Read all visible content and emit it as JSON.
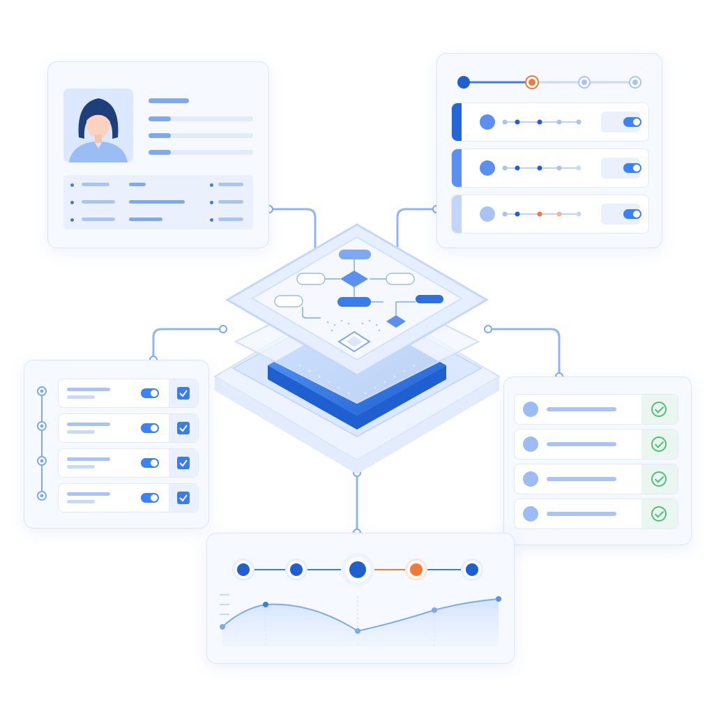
{
  "colors": {
    "accent": "#3b7de8",
    "accent_dark": "#1f5fcf",
    "orange": "#f07a3a",
    "success": "#4cbf7a",
    "card_bg": "#f6f9ff"
  },
  "icons": {
    "profile": "user-avatar-icon",
    "toggle": "toggle-switch-icon",
    "checkbox": "checkbox-checked-icon",
    "check": "check-circle-icon",
    "flow": "flowchart-icon",
    "chip": "processor-chip-icon"
  },
  "toggles_panel": {
    "rows": 4
  },
  "checks_panel": {
    "rows": 4
  },
  "settings_panel": {
    "rows": 3
  }
}
